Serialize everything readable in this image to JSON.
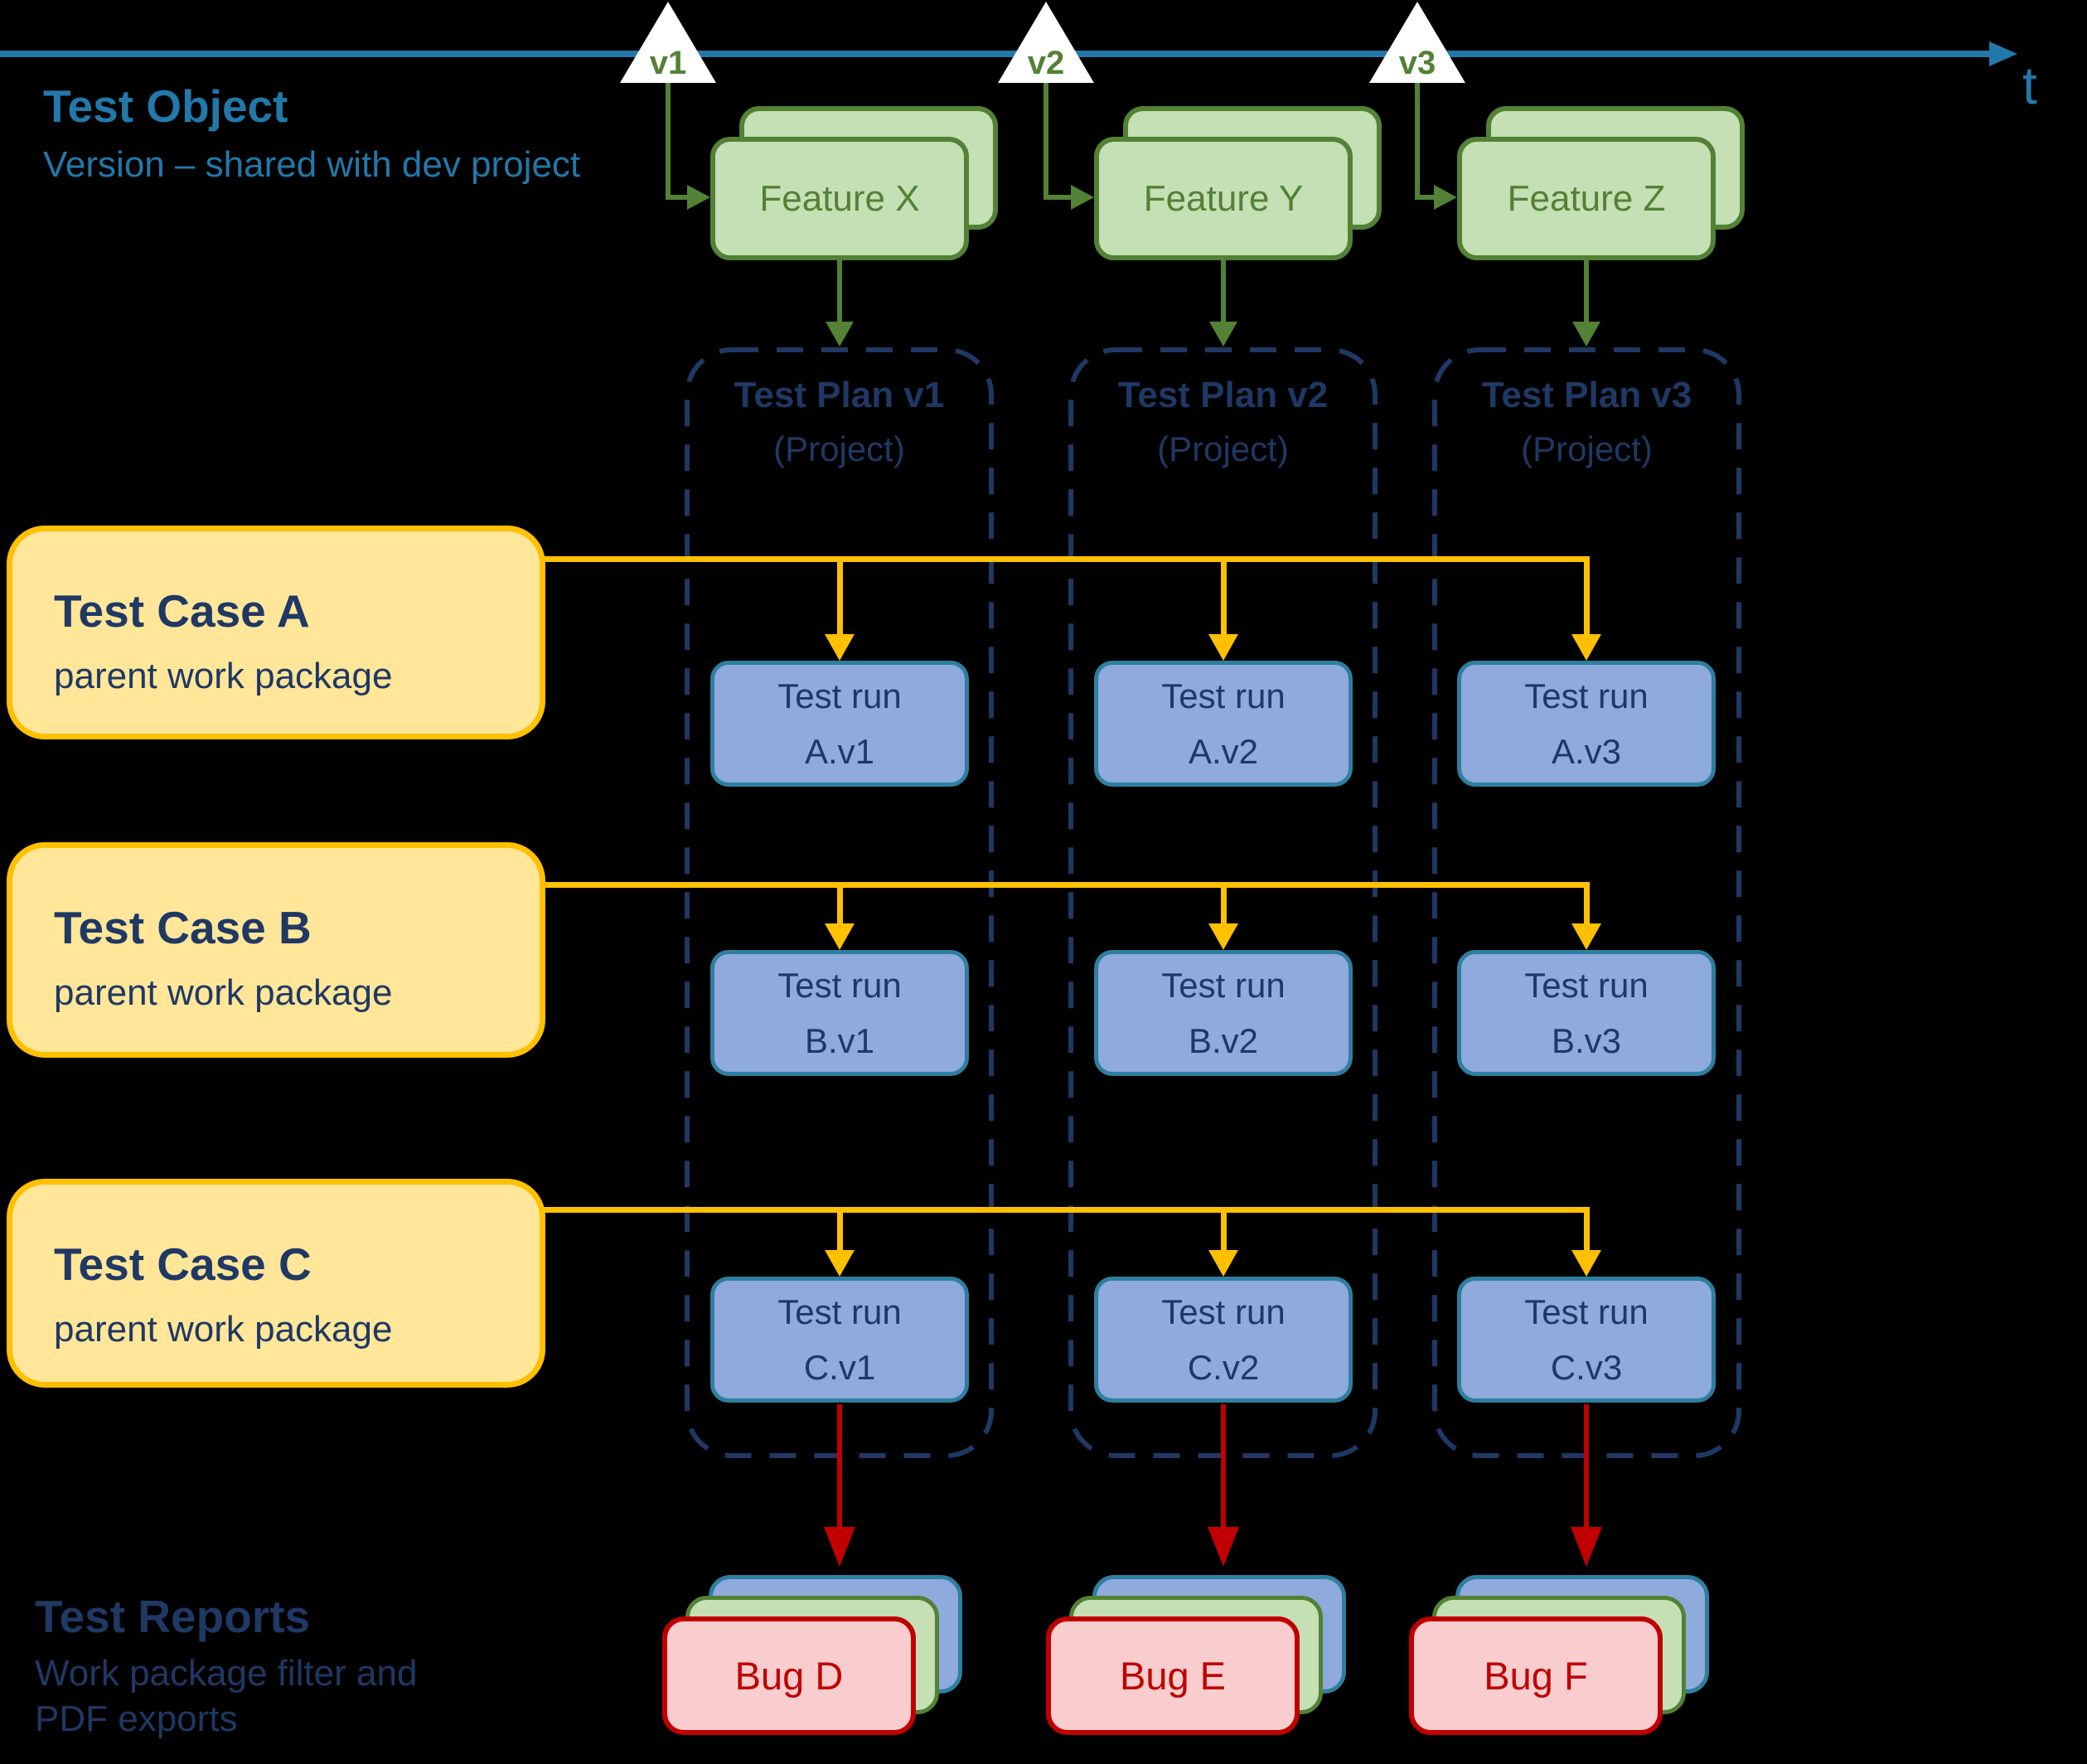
{
  "palette": {
    "background": "#000000",
    "timeline_blue": "#2278A8",
    "navy_text": "#1F3864",
    "green": "#538135",
    "green_fill": "#C5E0B4",
    "yellow_fill": "#FFE699",
    "orange": "#FFC000",
    "blue_fill": "#8FAADC",
    "teal_border": "#2E7F9F",
    "red": "#C00000",
    "red_fill": "#F9CDCD",
    "marker_white": "#FFFFFF"
  },
  "timeline": {
    "label": "t"
  },
  "header": {
    "title": "Test Object",
    "subtitle": "Version – shared with dev project"
  },
  "versions": [
    "v1",
    "v2",
    "v3"
  ],
  "features": [
    "Feature X",
    "Feature Y",
    "Feature Z"
  ],
  "plans": [
    {
      "title": "Test Plan v1",
      "subtitle": "(Project)"
    },
    {
      "title": "Test Plan v2",
      "subtitle": "(Project)"
    },
    {
      "title": "Test Plan v3",
      "subtitle": "(Project)"
    }
  ],
  "cases": [
    {
      "title": "Test Case A",
      "subtitle": "parent work package"
    },
    {
      "title": "Test Case B",
      "subtitle": "parent work package"
    },
    {
      "title": "Test Case C",
      "subtitle": "parent work package"
    }
  ],
  "runs": [
    [
      "Test run",
      "A.v1"
    ],
    [
      "Test run",
      "A.v2"
    ],
    [
      "Test run",
      "A.v3"
    ],
    [
      "Test run",
      "B.v1"
    ],
    [
      "Test run",
      "B.v2"
    ],
    [
      "Test run",
      "B.v3"
    ],
    [
      "Test run",
      "C.v1"
    ],
    [
      "Test run",
      "C.v2"
    ],
    [
      "Test run",
      "C.v3"
    ]
  ],
  "bugs": [
    "Bug D",
    "Bug E",
    "Bug F"
  ],
  "reports": {
    "title": "Test Reports",
    "subtitle1": "Work package filter and",
    "subtitle2": "PDF exports"
  }
}
